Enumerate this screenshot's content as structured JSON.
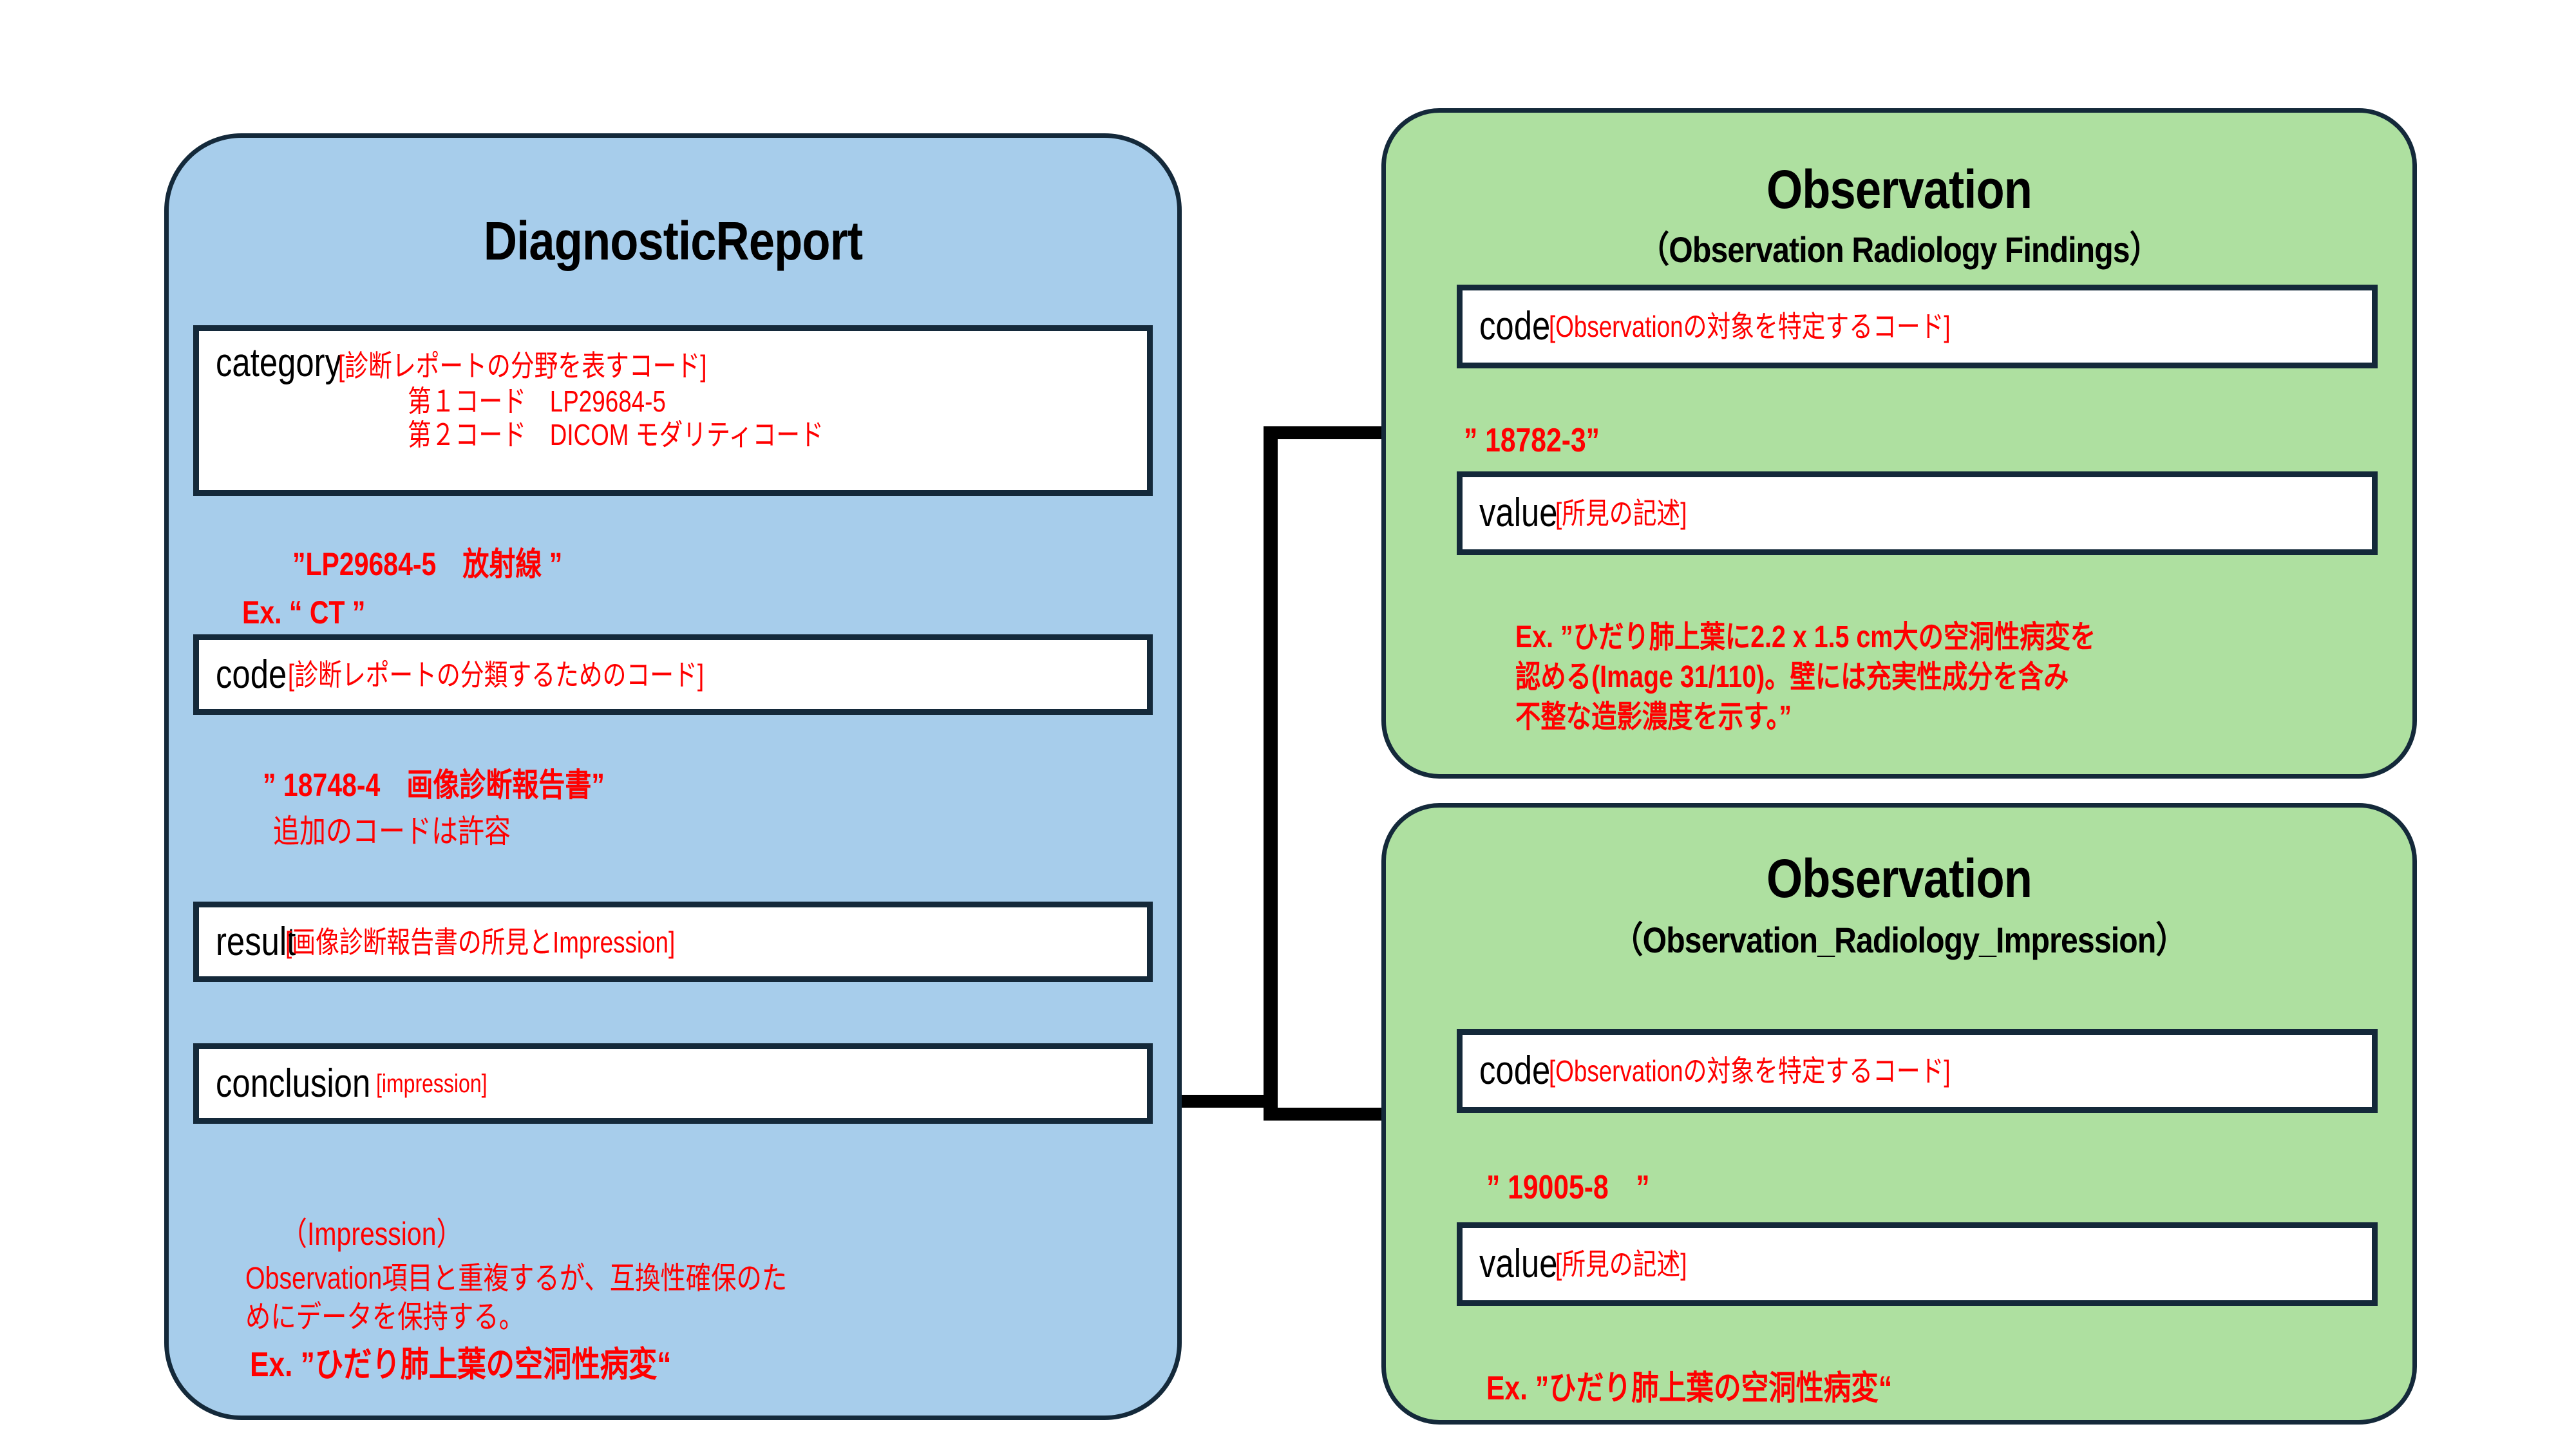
{
  "colors": {
    "diagnostic_report_fill": "#a7cdeb",
    "observation_fill": "#aee0a0",
    "border": "#14293a",
    "annotation": "#ff0000",
    "connector": "#000000"
  },
  "diagnostic_report": {
    "title": "DiagnosticReport",
    "fields": [
      {
        "name": "category",
        "description": "[診断レポートの分野を表すコード]",
        "extra_lines": [
          "第１コード　LP29684-5",
          "第２コード　DICOM モダリティコード"
        ]
      },
      {
        "name": "code",
        "description": "[診断レポートの分類するためのコード]"
      },
      {
        "name": "result",
        "description": "[画像診断報告書の所見とImpression]"
      },
      {
        "name": "conclusion",
        "description": "[impression]"
      }
    ],
    "notes": {
      "category_value": "”LP29684-5　放射線 ”",
      "category_example": "Ex. “ CT ”",
      "code_value": "” 18748-4　画像診断報告書”",
      "code_extra": "追加のコードは許容",
      "conclusion_heading": "（Impression）",
      "conclusion_body_line1": "Observation項目と重複するが、互換性確保のた",
      "conclusion_body_line2": "めにデータを保持する。",
      "conclusion_example": "Ex. ”ひだり肺上葉の空洞性病変“"
    }
  },
  "observation_findings": {
    "title": "Observation",
    "subtitle": "（Observation Radiology Findings）",
    "fields": [
      {
        "name": "code",
        "description": "[Observationの対象を特定するコード]"
      },
      {
        "name": "value",
        "description": "[所見の記述]"
      }
    ],
    "notes": {
      "code_value": "” 18782-3”",
      "value_example_line1": "Ex. ”ひだり肺上葉に2.2 x 1.5 cm大の空洞性病変を",
      "value_example_line2": "認める(Image 31/110)。壁には充実性成分を含み",
      "value_example_line3": "不整な造影濃度を示す。”"
    }
  },
  "observation_impression": {
    "title": "Observation",
    "subtitle": "（Observation_Radiology_Impression）",
    "fields": [
      {
        "name": "code",
        "description": "[Observationの対象を特定するコード]"
      },
      {
        "name": "value",
        "description": "[所見の記述]"
      }
    ],
    "notes": {
      "code_value": "” 19005-8　”",
      "value_example": "Ex. ”ひだり肺上葉の空洞性病変“"
    }
  }
}
